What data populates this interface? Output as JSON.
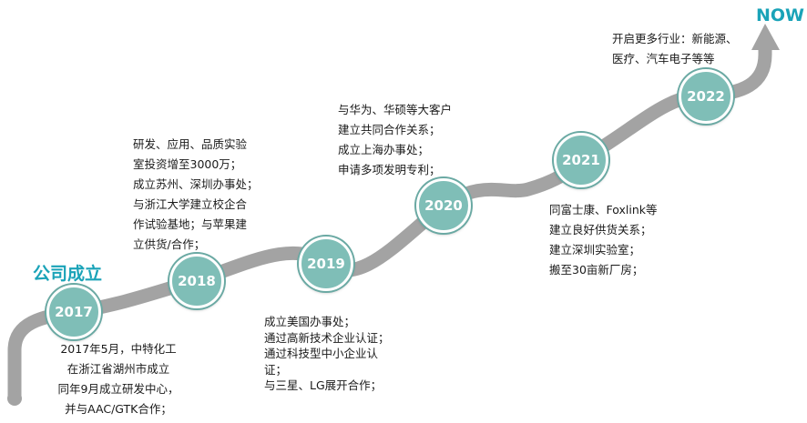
{
  "diagram": {
    "start_label": "公司成立",
    "end_label": "NOW",
    "milestones": [
      {
        "year": "2017",
        "lines": [
          "2017年5月，中特化工",
          "在浙江省湖州市成立",
          "同年9月成立研发中心，",
          "并与AAC/GTK合作；"
        ]
      },
      {
        "year": "2018",
        "lines": [
          "研发、应用、品质实验",
          "室投资增至3000万；",
          "成立苏州、深圳办事处；",
          "与浙江大学建立校企合",
          "作试验基地；与苹果建",
          "立供货/合作；"
        ]
      },
      {
        "year": "2019",
        "lines": [
          "成立美国办事处；",
          "通过高新技术企业认证；",
          "通过科技型中小企业认",
          "证；",
          "与三星、LG展开合作；"
        ]
      },
      {
        "year": "2020",
        "lines": [
          "与华为、华硕等大客户",
          "建立共同合作关系；",
          "成立上海办事处；",
          "申请多项发明专利；"
        ]
      },
      {
        "year": "2021",
        "lines": [
          "同富士康、Foxlink等",
          "建立良好供货关系；",
          "建立深圳实验室；",
          "搬至30亩新厂房；"
        ]
      },
      {
        "year": "2022",
        "lines": [
          "开启更多行业：新能源、",
          "医疗、汽车电子等等"
        ]
      }
    ],
    "colors": {
      "road": "#a3a3a3",
      "node_fill": "#7fbeb7",
      "accent_text": "#1aa3b8"
    }
  }
}
